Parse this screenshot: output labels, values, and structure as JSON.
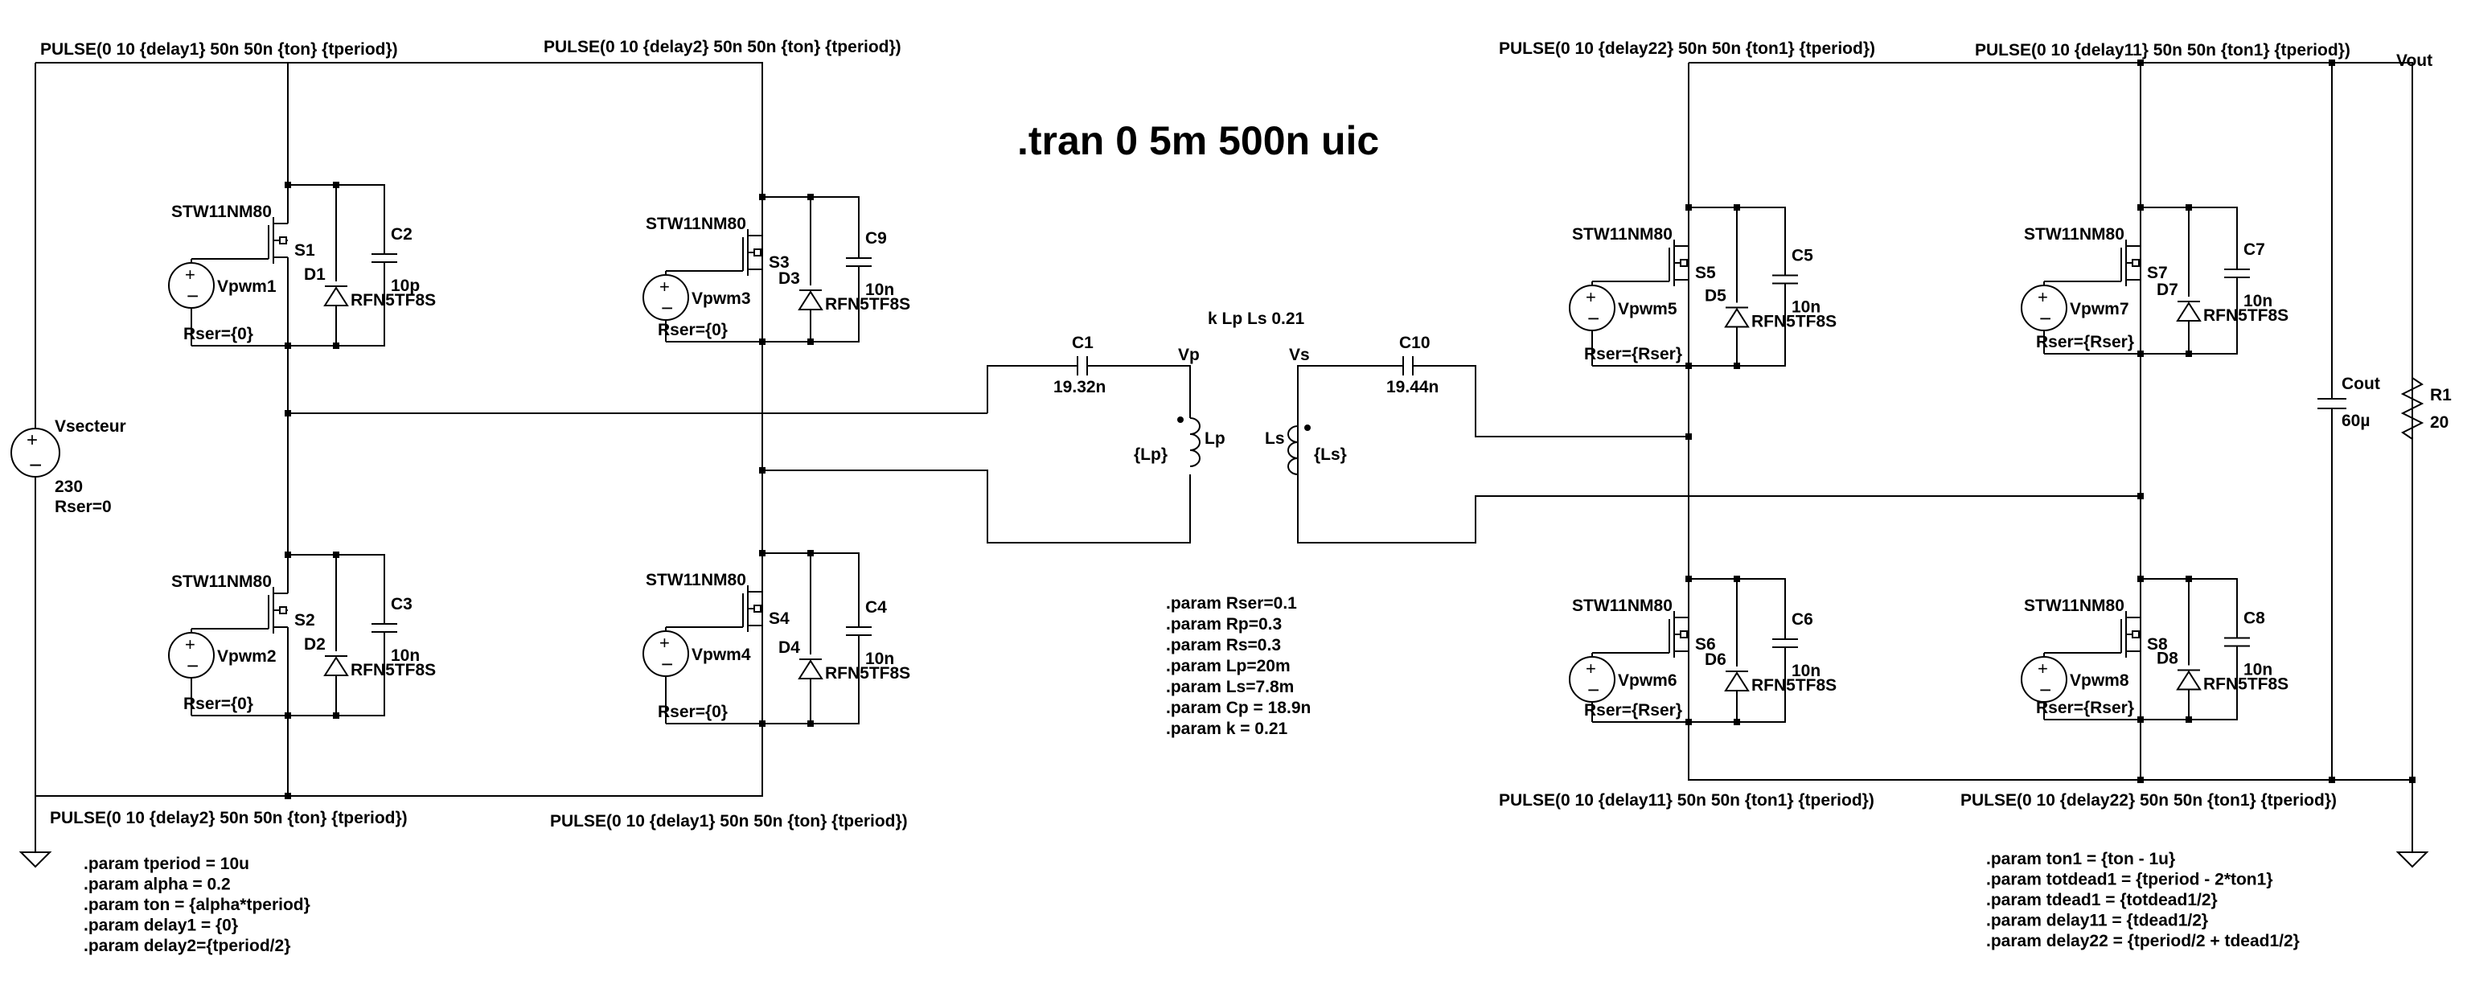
{
  "directive": ".tran 0 5m 500n uic",
  "coupling": "k Lp Ls 0.21",
  "pulses": {
    "s1": "PULSE(0 10 {delay1} 50n 50n {ton} {tperiod})",
    "s3": "PULSE(0 10 {delay2} 50n 50n {ton} {tperiod})",
    "s2": "PULSE(0 10 {delay2} 50n 50n {ton} {tperiod})",
    "s4": "PULSE(0 10 {delay1} 50n 50n {ton} {tperiod})",
    "s5": "PULSE(0 10 {delay22} 50n 50n {ton1} {tperiod})",
    "s7": "PULSE(0 10 {delay11} 50n 50n {ton1} {tperiod})",
    "s6": "PULSE(0 10 {delay11} 50n 50n {ton1} {tperiod})",
    "s8": "PULSE(0 10 {delay22} 50n 50n {ton1} {tperiod})"
  },
  "mosfet_model": "STW11NM80",
  "diode_model": "RFN5TF8S",
  "switches": [
    "S1",
    "S2",
    "S3",
    "S4",
    "S5",
    "S6",
    "S7",
    "S8"
  ],
  "diodes": [
    "D1",
    "D2",
    "D3",
    "D4",
    "D5",
    "D6",
    "D7",
    "D8"
  ],
  "sources": [
    "Vpwm1",
    "Vpwm2",
    "Vpwm3",
    "Vpwm4",
    "Vpwm5",
    "Vpwm6",
    "Vpwm7",
    "Vpwm8"
  ],
  "rser_zero": "Rser={0}",
  "rser_param": "Rser={Rser}",
  "snubbers": {
    "c2": {
      "name": "C2",
      "value": "10p"
    },
    "c3": {
      "name": "C3",
      "value": "10n"
    },
    "c9": {
      "name": "C9",
      "value": "10n"
    },
    "c4": {
      "name": "C4",
      "value": "10n"
    },
    "c5": {
      "name": "C5",
      "value": "10n"
    },
    "c6": {
      "name": "C6",
      "value": "10n"
    },
    "c7": {
      "name": "C7",
      "value": "10n"
    },
    "c8": {
      "name": "C8",
      "value": "10n"
    }
  },
  "c1": {
    "name": "C1",
    "value": "19.32n"
  },
  "c10": {
    "name": "C10",
    "value": "19.44n"
  },
  "vp": "Vp",
  "vs": "Vs",
  "lp": {
    "name": "Lp",
    "value": "{Lp}"
  },
  "ls": {
    "name": "Ls",
    "value": "{Ls}"
  },
  "vsecteur": {
    "name": "Vsecteur",
    "value": "230",
    "rser": "Rser=0"
  },
  "cout": {
    "name": "Cout",
    "value": "60µ"
  },
  "r1": {
    "name": "R1",
    "value": "20"
  },
  "vout": "Vout",
  "params_left": [
    ".param tperiod = 10u",
    ".param alpha = 0.2",
    ".param ton = {alpha*tperiod}",
    ".param delay1 = {0}",
    ".param delay2={tperiod/2}"
  ],
  "params_mid": [
    ".param Rser=0.1",
    ".param Rp=0.3",
    ".param Rs=0.3",
    ".param Lp=20m",
    ".param Ls=7.8m",
    ".param Cp = 18.9n",
    ".param k = 0.21"
  ],
  "params_right": [
    ".param ton1 = {ton - 1u}",
    ".param totdead1 = {tperiod - 2*ton1}",
    ".param tdead1 = {totdead1/2}",
    ".param delay11 = {tdead1/2}",
    ".param delay22 = {tperiod/2 + tdead1/2}"
  ]
}
